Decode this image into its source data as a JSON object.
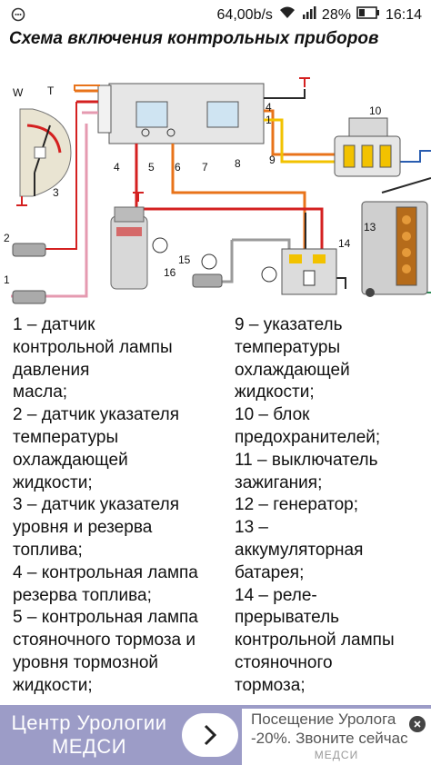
{
  "status_bar": {
    "speed": "64,00b/s",
    "battery": "28%",
    "time": "16:14"
  },
  "page": {
    "title": "Схема включения контрольных приборов"
  },
  "diagram": {
    "labels": {
      "w": "W",
      "t": "T",
      "n1": "1",
      "n2": "2",
      "n3": "3",
      "n4": "4",
      "n5": "5",
      "n6": "6",
      "n7": "7",
      "n8": "8",
      "n9": "9",
      "n10": "10",
      "n13": "13",
      "n14": "14",
      "n15": "15",
      "n16": "16",
      "pin4": "4",
      "pin1": "1"
    },
    "colors": {
      "orange": "#e8731a",
      "red": "#d42020",
      "pink": "#e59ab0",
      "gray": "#9a9a9a",
      "dark": "#2a2a2a",
      "green": "#2e8b57",
      "blue": "#2a5db0",
      "yellow": "#f2c200",
      "panel": "#e6e6e6"
    }
  },
  "legend": {
    "left": [
      "1 – датчик",
      "контрольной лампы",
      "давления",
      "масла;",
      "2 – датчик указателя",
      "температуры",
      "охлаждающей",
      "жидкости;",
      "3 – датчик указателя",
      "уровня и резерва",
      "топлива;",
      "4 – контрольная лампа",
      "резерва топлива;",
      "5 – контрольная лампа",
      "стояночного тормоза и",
      "уровня тормозной",
      "жидкости;"
    ],
    "right": [
      "9 – указатель",
      "температуры",
      "охлаждающей",
      "жидкости;",
      "10 – блок",
      "предохранителей;",
      "11 – выключатель",
      "зажигания;",
      "12 – генератор;",
      "13 –",
      "аккумуляторная",
      "батарея;",
      "14 – реле-",
      "прерыватель",
      "контрольной лампы",
      "стояночного",
      "тормоза;"
    ]
  },
  "ad": {
    "left_line1": "Центр Урологии",
    "left_line2": "МЕДСИ",
    "right_line1": "Посещение Уролога",
    "right_line2": "-20%. Звоните сейчас",
    "right_line3": "МЕДСИ"
  }
}
